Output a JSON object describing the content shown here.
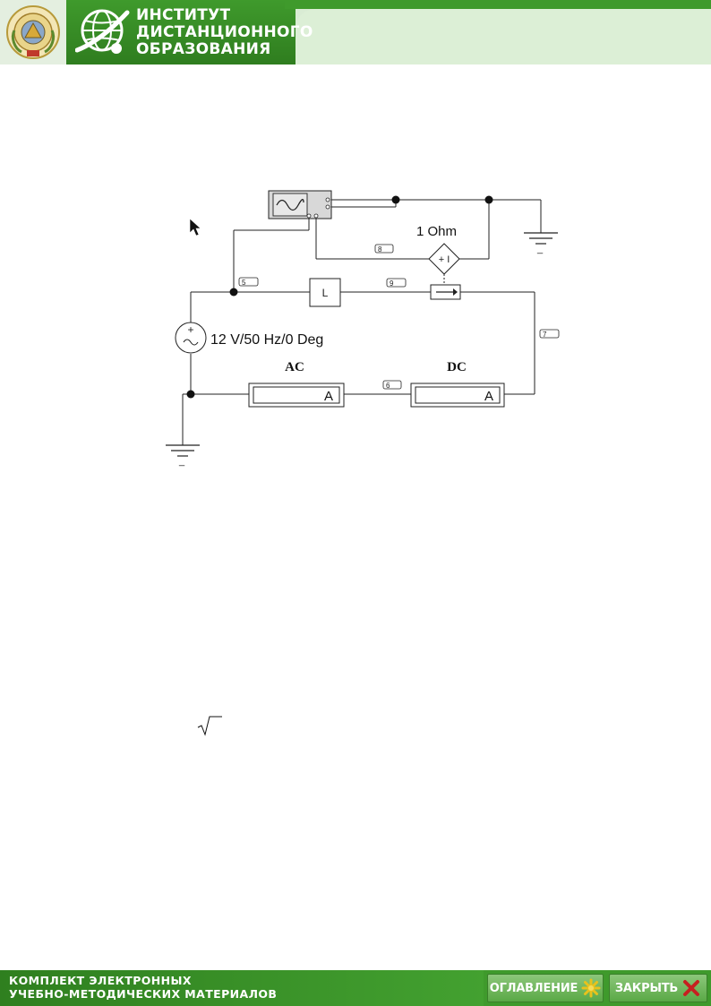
{
  "header": {
    "title_lines": [
      "ИНСТИТУТ",
      "ДИСТАНЦИОННОГО",
      "ОБРАЗОВАНИЯ"
    ],
    "emblem_icon": "university-emblem-icon",
    "globe_icon": "globe-icon"
  },
  "circuit": {
    "source_label": "12 V/50 Hz/0 Deg",
    "resistor_label": "1  Ohm",
    "inductor_label": "L",
    "ac_meter": {
      "title": "AC",
      "unit": "A"
    },
    "dc_meter": {
      "title": "DC",
      "unit": "A"
    },
    "nodes": {
      "n5": "5",
      "n6": "6",
      "n7": "7",
      "n8": "8",
      "n9": "9"
    },
    "source_plus": "+",
    "dep_source_label": "+ I",
    "ground_minus": "_"
  },
  "footer": {
    "kit_lines": [
      "КОМПЛЕКТ ЭЛЕКТРОННЫХ",
      "УЧЕБНО-МЕТОДИЧЕСКИХ МАТЕРИАЛОВ"
    ],
    "toc_label": "ОГЛАВЛЕНИЕ",
    "close_label": "ЗАКРЫТЬ"
  },
  "colors": {
    "brand_green": "#3f9a2c",
    "light_green": "#d9ecd4",
    "star_yellow": "#e8c21c",
    "close_red": "#c62020",
    "wire": "#222222"
  }
}
